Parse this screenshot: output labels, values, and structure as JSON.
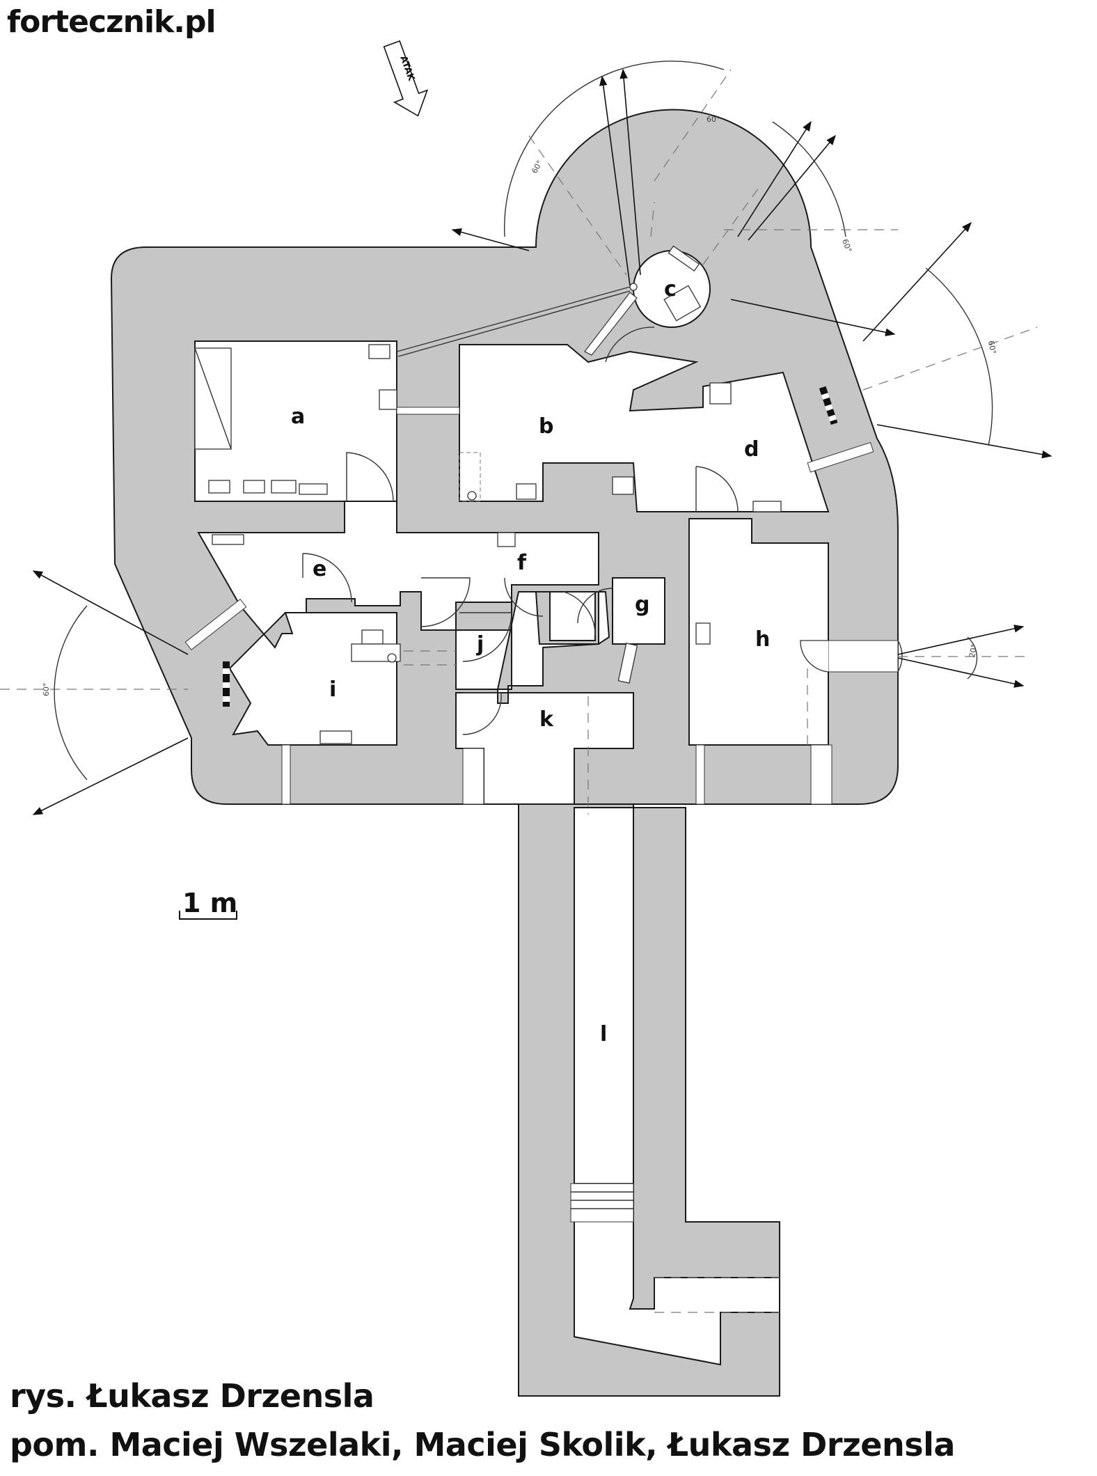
{
  "header": {
    "site": "fortecznik.pl"
  },
  "attack_label": "ATAK",
  "scale": {
    "label": "1 m"
  },
  "rooms": [
    {
      "id": "a",
      "label": "a"
    },
    {
      "id": "b",
      "label": "b"
    },
    {
      "id": "c",
      "label": "c"
    },
    {
      "id": "d",
      "label": "d"
    },
    {
      "id": "e",
      "label": "e"
    },
    {
      "id": "f",
      "label": "f"
    },
    {
      "id": "g",
      "label": "g"
    },
    {
      "id": "h",
      "label": "h"
    },
    {
      "id": "i",
      "label": "i"
    },
    {
      "id": "j",
      "label": "j"
    },
    {
      "id": "k",
      "label": "k"
    },
    {
      "id": "l",
      "label": "l"
    }
  ],
  "angles": [
    "60°",
    "60°",
    "60°",
    "60°",
    "60°",
    "20°"
  ],
  "credits": {
    "drawing": "rys. Łukasz Drzensla",
    "help": "pom. Maciej Wszelaki, Maciej Skolik, Łukasz Drzensla"
  },
  "colors": {
    "wall": "#c6c6c6",
    "line": "#1a1a1a",
    "background": "#ffffff"
  }
}
